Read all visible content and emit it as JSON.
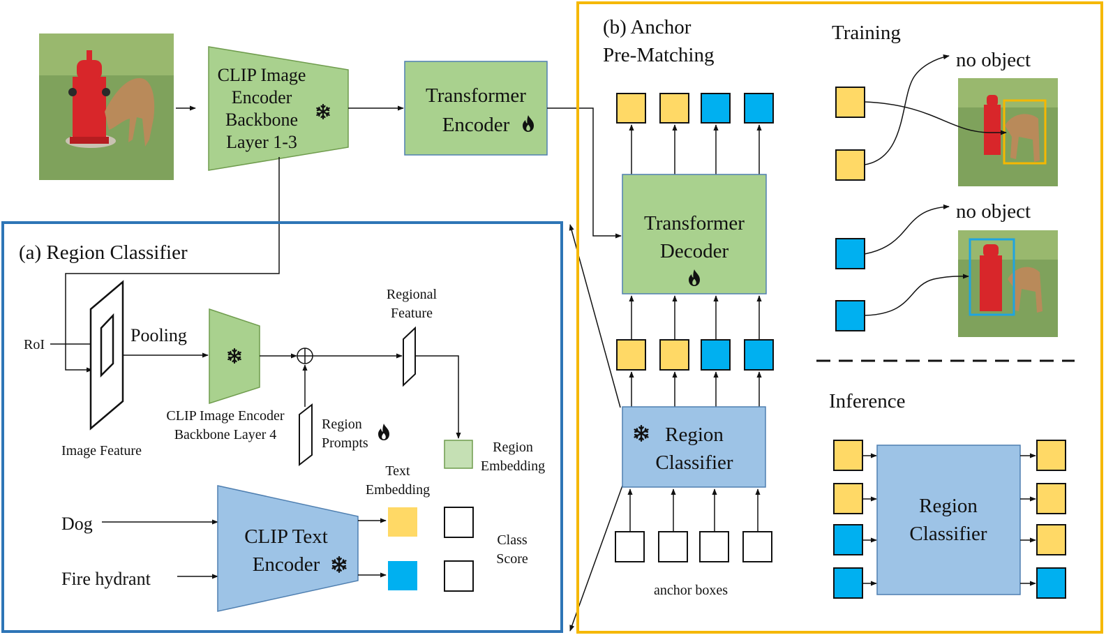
{
  "colors": {
    "green_fill": "#a9d18e",
    "green_stroke": "#6f9c4d",
    "blue_fill": "#9dc3e6",
    "blue_stroke": "#4f7fb0",
    "yellow_box": "#ffd966",
    "cyan_box": "#00b0f0",
    "region_embedding": "#c5e0b4",
    "panel_a_border": "#2e75b6",
    "panel_b_border": "#f5b800",
    "highlight_yellow": "#f5b800",
    "highlight_blue": "#1fa4e0"
  },
  "icons": {
    "frozen": "snowflake-icon",
    "trainable": "flame-icon",
    "circled_plus": "plus-circle-icon"
  },
  "backbone": {
    "line1": "CLIP Image",
    "line2": "Encoder",
    "line3": "Backbone",
    "line4": "Layer 1-3"
  },
  "transformer_encoder": {
    "line1": "Transformer",
    "line2": "Encoder"
  },
  "panel_a": {
    "title": "(a) Region Classifier",
    "roi_label": "RoI",
    "pooling_label": "Pooling",
    "image_feature_label": "Image Feature",
    "backbone4_line1": "CLIP Image Encoder",
    "backbone4_line2": "Backbone Layer 4",
    "regional_feature_line1": "Regional",
    "regional_feature_line2": "Feature",
    "region_prompts_line1": "Region",
    "region_prompts_line2": "Prompts",
    "region_embedding_line1": "Region",
    "region_embedding_line2": "Embedding",
    "text_embedding_line1": "Text",
    "text_embedding_line2": "Embedding",
    "class_score_line1": "Class",
    "class_score_line2": "Score",
    "input_dog": "Dog",
    "input_hydrant": "Fire hydrant",
    "text_encoder_line1": "CLIP Text",
    "text_encoder_line2": "Encoder"
  },
  "panel_b": {
    "title_line1": "(b) Anchor",
    "title_line2": "Pre-Matching",
    "decoder_line1": "Transformer",
    "decoder_line2": "Decoder",
    "region_classifier_line1": "Region",
    "region_classifier_line2": "Classifier",
    "anchor_boxes_label": "anchor boxes",
    "training_label": "Training",
    "no_object_1": "no object",
    "no_object_2": "no object",
    "inference_label": "Inference",
    "inference_classifier_line1": "Region",
    "inference_classifier_line2": "Classifier"
  }
}
